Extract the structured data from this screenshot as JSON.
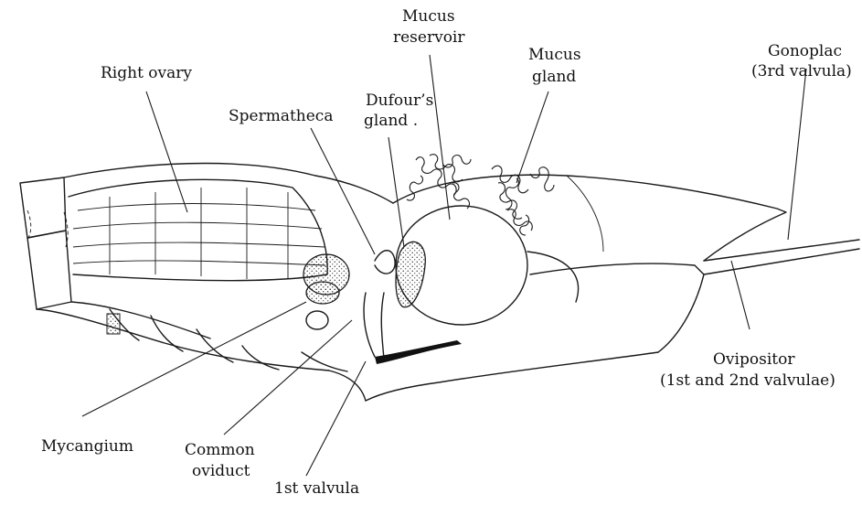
{
  "labels": {
    "right_ovary": "Right ovary",
    "spermatheca": "Spermatheca",
    "dufour_1": "Dufour’s",
    "dufour_2": "gland .",
    "mucus_reservoir_1": "Mucus",
    "mucus_reservoir_2": "reservoir",
    "mucus_gland_1": "Mucus",
    "mucus_gland_2": "gland",
    "gonoplac_1": "Gonoplac",
    "gonoplac_2": "(3rd valvula)",
    "ovipositor_1": "Ovipositor",
    "ovipositor_2": "(1st and 2nd valvulae)",
    "mycangium": "Mycangium",
    "common_oviduct_1": "Common",
    "common_oviduct_2": "oviduct",
    "first_valvula": "1st valvula"
  },
  "colors": {
    "ink": "#1a1a1a",
    "background": "#ffffff"
  }
}
